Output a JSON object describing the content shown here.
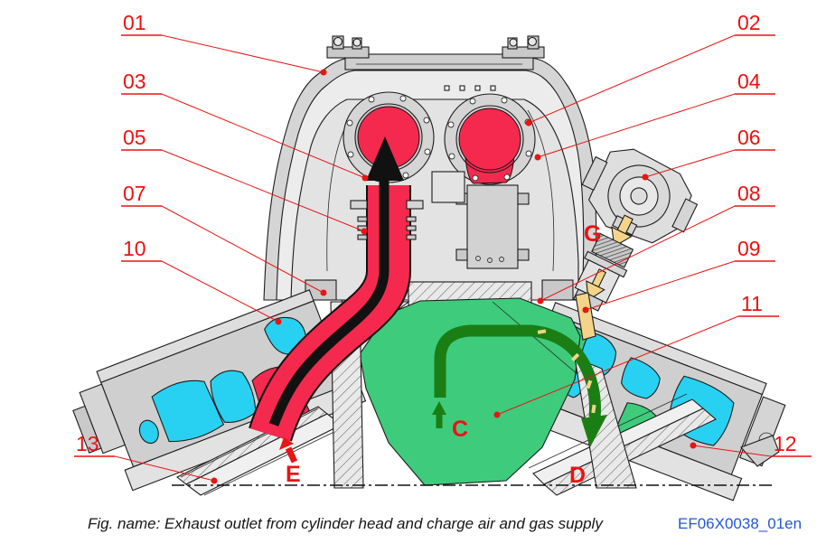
{
  "figure": {
    "caption": "Fig. name: Exhaust outlet from cylinder head and charge air and gas supply",
    "doc_id": "EF06X0038_01en"
  },
  "callouts": {
    "c01": "01",
    "c02": "02",
    "c03": "03",
    "c04": "04",
    "c05": "05",
    "c06": "06",
    "c07": "07",
    "c08": "08",
    "c09": "09",
    "c10": "10",
    "c11": "11",
    "c12": "12",
    "c13": "13"
  },
  "flow_labels": {
    "gas": "G",
    "charge_air": "C",
    "air_inlet": "D",
    "exhaust_inlet": "E"
  },
  "colors": {
    "callout_red": "#ee1111",
    "leader_red": "#e81515",
    "exhaust_red": "#f5294e",
    "water_cyan": "#28d1f1",
    "charge_air_green": "#3ecb7c",
    "flow_arrow_green": "#1b7e14",
    "flow_arrow_black": "#111111",
    "gas_beige": "#f3d489",
    "doc_id_blue": "#2257d6",
    "structure_gray": "#d7d7d7"
  }
}
